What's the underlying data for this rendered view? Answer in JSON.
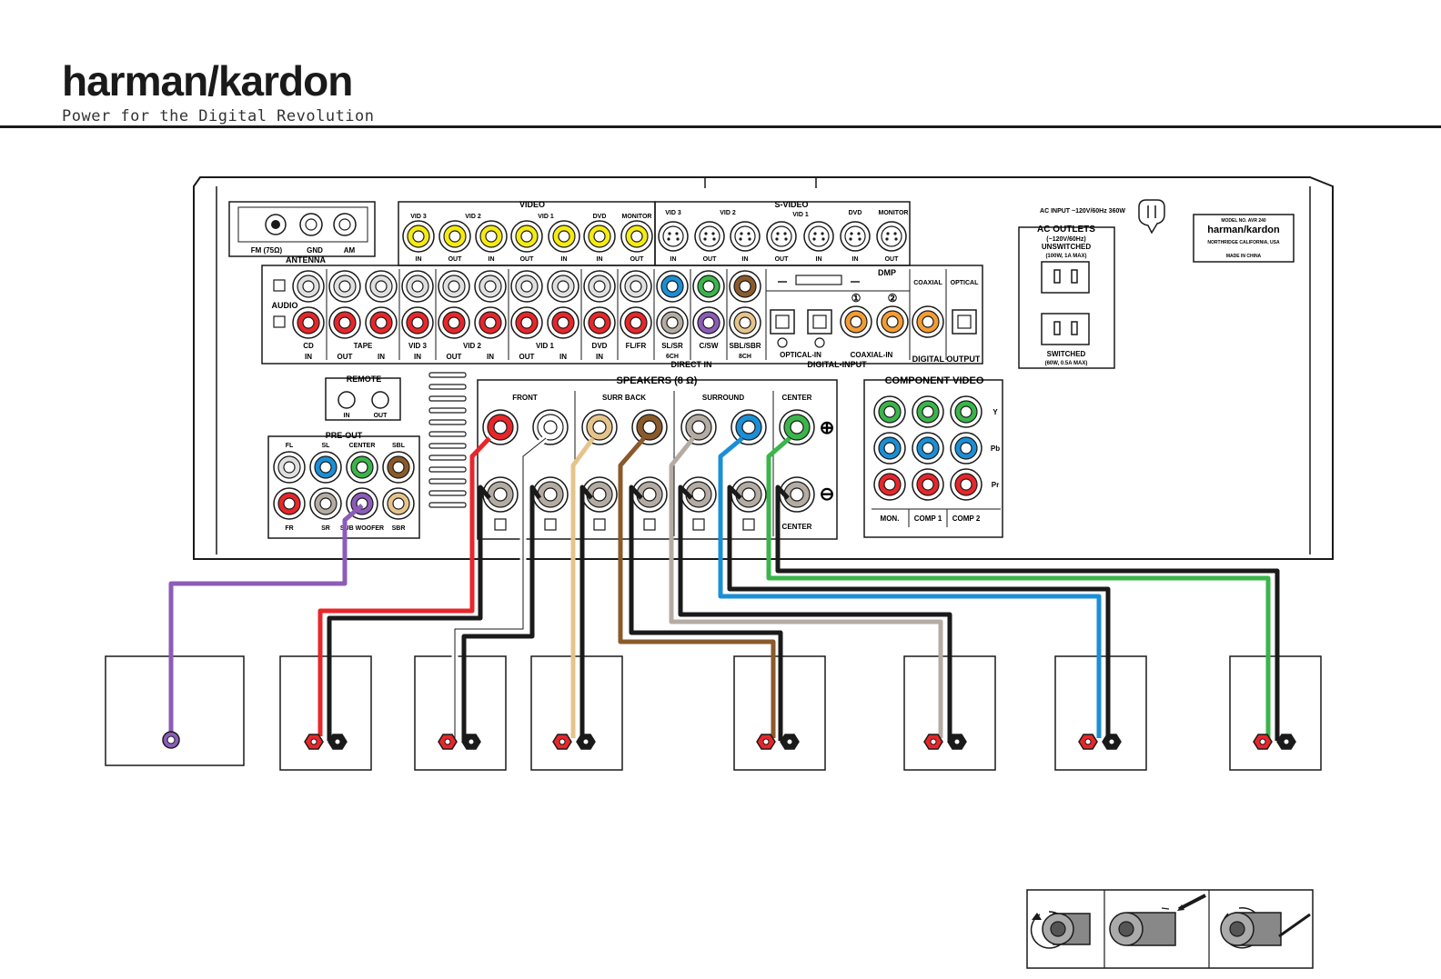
{
  "brand": {
    "name": "harman/kardon",
    "tagline": "Power for the Digital Revolution"
  },
  "antenna": {
    "title": "ANTENNA",
    "labels": [
      "FM (75Ω)",
      "GND",
      "AM"
    ]
  },
  "video": {
    "title": "VIDEO",
    "groups": [
      "VID 3",
      "VID 2",
      "VID 1",
      "DVD",
      "MONITOR"
    ],
    "ports": [
      "IN",
      "OUT",
      "IN",
      "OUT",
      "IN",
      "IN",
      "OUT"
    ]
  },
  "svideo": {
    "title": "S-VIDEO",
    "groups": [
      "VID 3",
      "VID 2",
      "VID 1",
      "DVD",
      "MONITOR"
    ],
    "ports": [
      "IN",
      "OUT",
      "IN",
      "OUT",
      "IN",
      "IN",
      "OUT"
    ]
  },
  "audio": {
    "title": "AUDIO",
    "bottom_groups": [
      "CD",
      "TAPE",
      "VID 3",
      "VID 2",
      "VID 1",
      "DVD"
    ],
    "bottom_ports": [
      "IN",
      "OUT",
      "IN",
      "IN",
      "OUT",
      "IN",
      "OUT",
      "IN",
      "IN"
    ]
  },
  "direct_in": {
    "title": "DIRECT IN",
    "labels": [
      "FL/FR",
      "SL/SR",
      "C/SW",
      "SBL/SBR"
    ],
    "sub": [
      "6CH",
      "8CH"
    ]
  },
  "digital": {
    "dmp": "DMP",
    "optical_in": "OPTICAL-IN",
    "coaxial_in": "COAXIAL-IN",
    "digital_input": "DIGITAL-INPUT",
    "coaxial": "COAXIAL",
    "optical": "OPTICAL",
    "digital_output": "DIGITAL OUTPUT",
    "numbers": [
      "①",
      "②"
    ]
  },
  "ac": {
    "input": "AC INPUT ~120V/60Hz 360W",
    "outlets": "AC OUTLETS",
    "rating": "(~120V/60Hz)",
    "unswitched": "UNSWITCHED",
    "unswitched_spec": "(100W, 1A MAX)",
    "switched": "SWITCHED",
    "switched_spec": "(60W, 0.5A MAX)"
  },
  "plate": {
    "model": "MODEL NO. AVR 240",
    "brand": "harman/kardon",
    "place": "NORTHRIDGE CALIFORNIA, USA",
    "made": "MADE IN CHINA"
  },
  "remote": {
    "title": "REMOTE",
    "labels": [
      "IN",
      "OUT"
    ]
  },
  "preout": {
    "title": "PRE-OUT",
    "top": [
      "FL",
      "SL",
      "CENTER",
      "SBL"
    ],
    "bottom": [
      "FR",
      "SR",
      "SUB WOOFER",
      "SBR"
    ]
  },
  "speakers": {
    "title": "SPEAKERS (8 Ω)",
    "groups": [
      "FRONT",
      "SURR BACK",
      "SURROUND",
      "CENTER"
    ],
    "center_bottom": "CENTER",
    "plus": "⊕",
    "minus": "⊖"
  },
  "component": {
    "title": "COMPONENT VIDEO",
    "rows": [
      "Y",
      "Pb",
      "Pr"
    ],
    "cols": [
      "MON.",
      "COMP 1",
      "COMP 2"
    ]
  },
  "colors": {
    "red": "#e8262a",
    "white": "#ffffff",
    "tan": "#e5c48c",
    "brown": "#8a5a2b",
    "gray": "#b4aca3",
    "blue": "#1a8fd6",
    "green": "#3ab54a",
    "purple": "#8c5cb8",
    "yellow": "#f5eb10",
    "orange": "#f39c34",
    "black": "#1a1a1a"
  }
}
